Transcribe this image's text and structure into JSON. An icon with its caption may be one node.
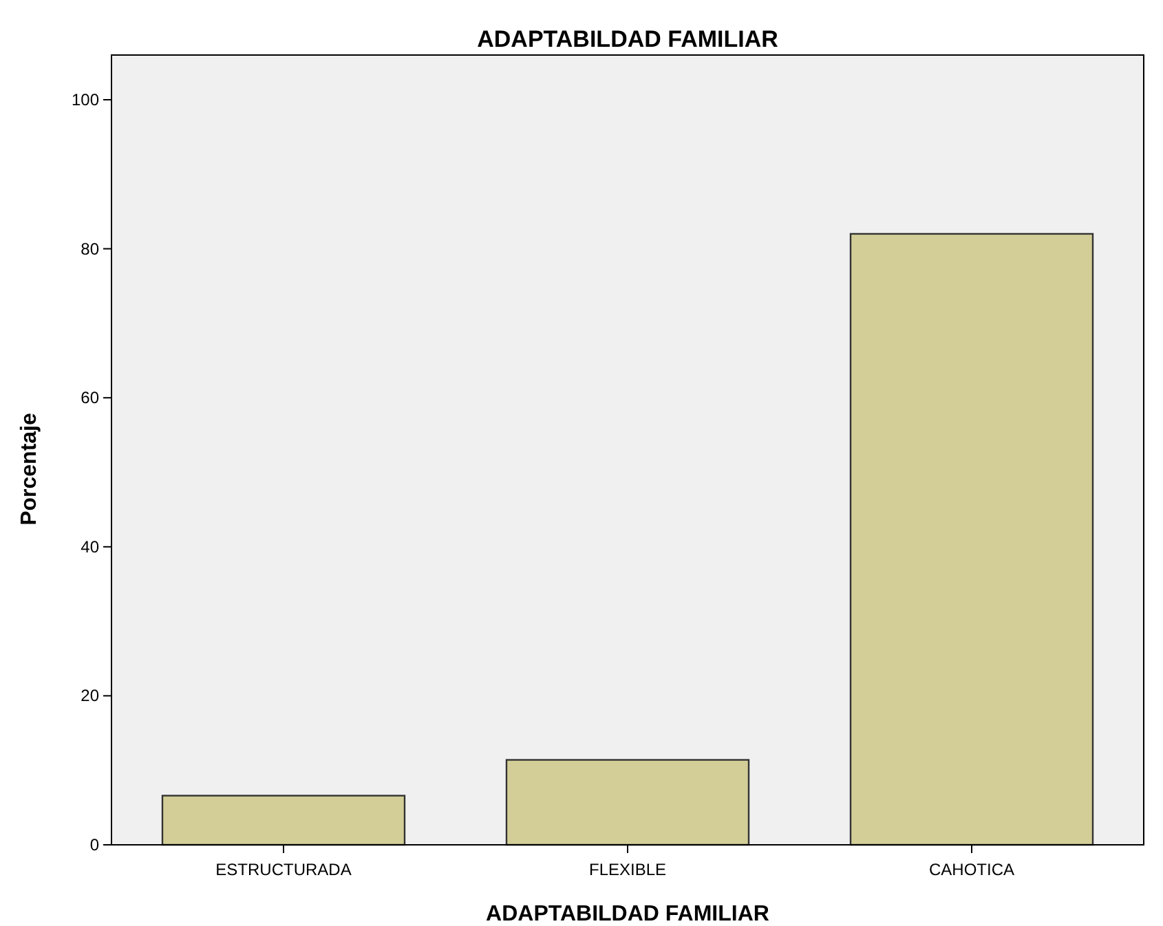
{
  "diagram": {
    "chart_data": {
      "type": "bar",
      "title": "ADAPTABILDAD FAMILIAR",
      "xlabel": "ADAPTABILDAD FAMILIAR",
      "ylabel": "Porcentaje",
      "categories": [
        "ESTRUCTURADA",
        "FLEXIBLE",
        "CAHOTICA"
      ],
      "series": [
        {
          "color": "#d3ce97",
          "values": [
            6.6,
            11.4,
            82.0
          ]
        }
      ],
      "ylim": [
        0,
        106
      ],
      "yticks": [
        0,
        20,
        40,
        60,
        80,
        100
      ]
    }
  }
}
